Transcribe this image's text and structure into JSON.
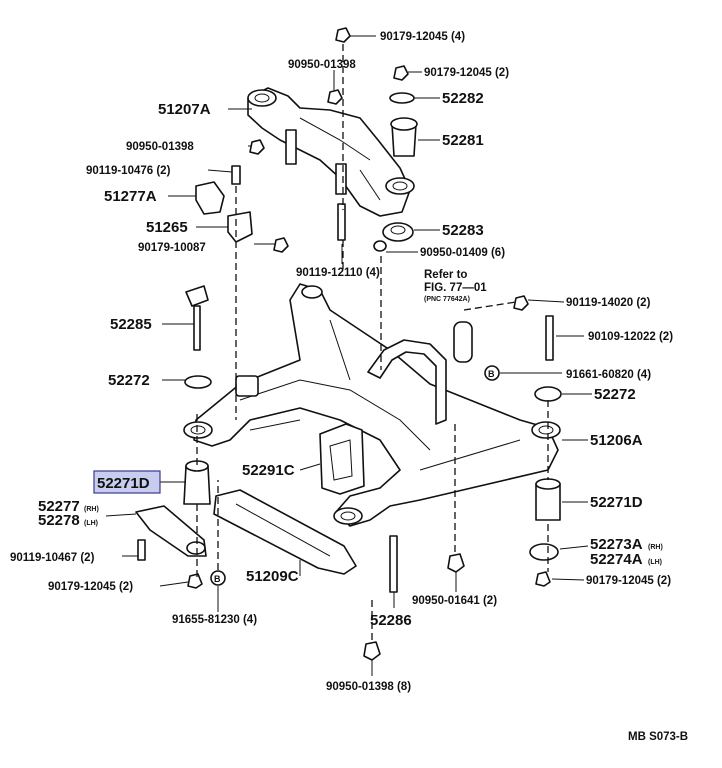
{
  "labels": {
    "p1": "90179-12045 (4)",
    "p2": "90950-01398",
    "p3": "90179-12045 (2)",
    "p4": "52282",
    "p5": "51207A",
    "p6": "52281",
    "p7": "90950-01398",
    "p8": "90119-10476 (2)",
    "p9": "51277A",
    "p10": "51265",
    "p11": "52283",
    "p12": "90179-10087",
    "p13": "90950-01409 (6)",
    "p14": "90119-12110 (4)",
    "refer1": "Refer to",
    "refer2": "FIG. 77—01",
    "refer3": "(PNC 77642A)",
    "p15": "90119-14020 (2)",
    "p16": "52285",
    "p17": "90109-12022 (2)",
    "p18": "52272",
    "p19": "91661-60820 (4)",
    "p20": "52272",
    "p21": "51206A",
    "p22": "52291C",
    "p23": "52271D",
    "p24": "52271D",
    "p25a": "52277",
    "p25a_sub": "(RH)",
    "p25b": "52278",
    "p25b_sub": "(LH)",
    "p26": "52273A",
    "p26_sub": "(RH)",
    "p27": "52274A",
    "p27_sub": "(LH)",
    "p28": "90119-10467 (2)",
    "p29": "51209C",
    "p30": "90179-12045 (2)",
    "p31": "90179-12045 (2)",
    "p32": "90950-01641 (2)",
    "p33": "91655-81230 (4)",
    "p34": "52286",
    "p35": "90950-01398 (8)",
    "footer": "MB S073-B",
    "marker_b": "B"
  },
  "colors": {
    "highlight": "#c8cdf0",
    "ink": "#111111"
  },
  "highlighted_part": "52271D"
}
